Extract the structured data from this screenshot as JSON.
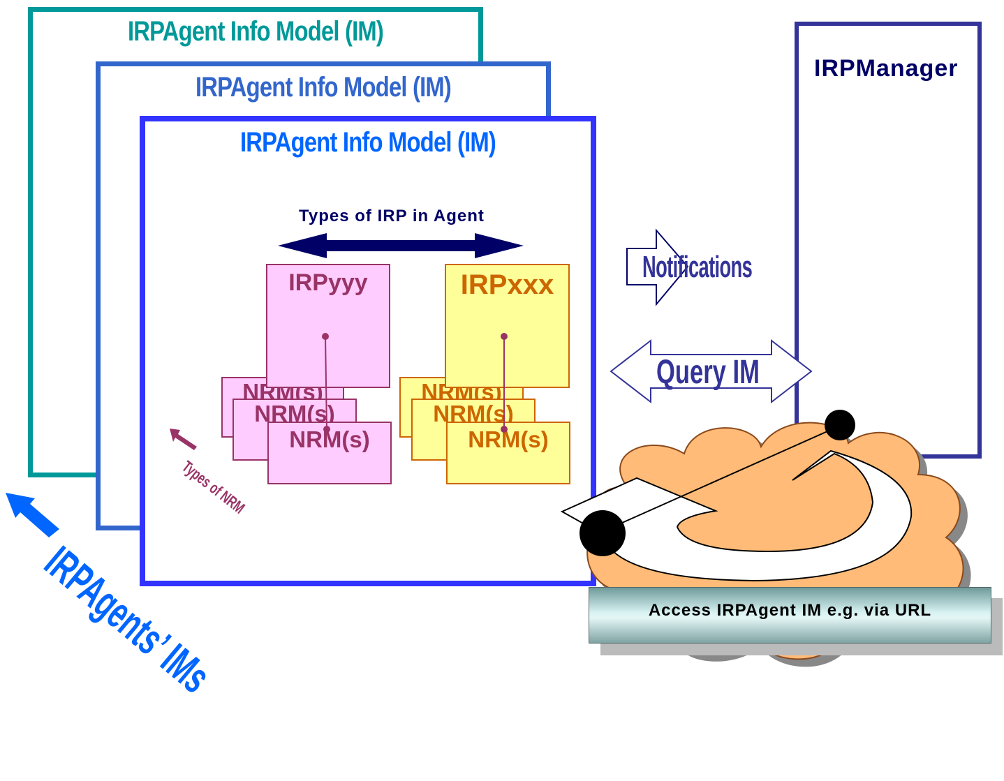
{
  "agent_frames": [
    {
      "title": "IRPAgent Info Model (IM)",
      "color": "#009999"
    },
    {
      "title": "IRPAgent Info Model (IM)",
      "color": "#3366cc"
    },
    {
      "title": "IRPAgent Info Model (IM)",
      "color": "#3333ff"
    }
  ],
  "types_of_irp": "Types of IRP in Agent",
  "irp_left": {
    "label": "IRPyyy",
    "nrm_labels": [
      "NRM(s)",
      "NRM(s)",
      "NRM(s)"
    ]
  },
  "irp_right": {
    "label": "IRPxxx",
    "nrm_labels": [
      "NRM(s)",
      "NRM(s)",
      "NRM(s)"
    ]
  },
  "types_of_nrm": "Types of NRM",
  "agents_ims": "IRPAgents’ IMs",
  "manager": {
    "title": "IRPManager"
  },
  "notifications": "Notifications",
  "query": "Query IM",
  "access_bar": "Access IRPAgent IM e.g. via URL",
  "colors": {
    "dark_navy": "#000066",
    "manager_navy": "#333399",
    "blue_text": "#0066ff",
    "pink_fill": "#ffccff",
    "yellow_fill": "#ffff99",
    "cloud_fill": "#ffbb77"
  }
}
